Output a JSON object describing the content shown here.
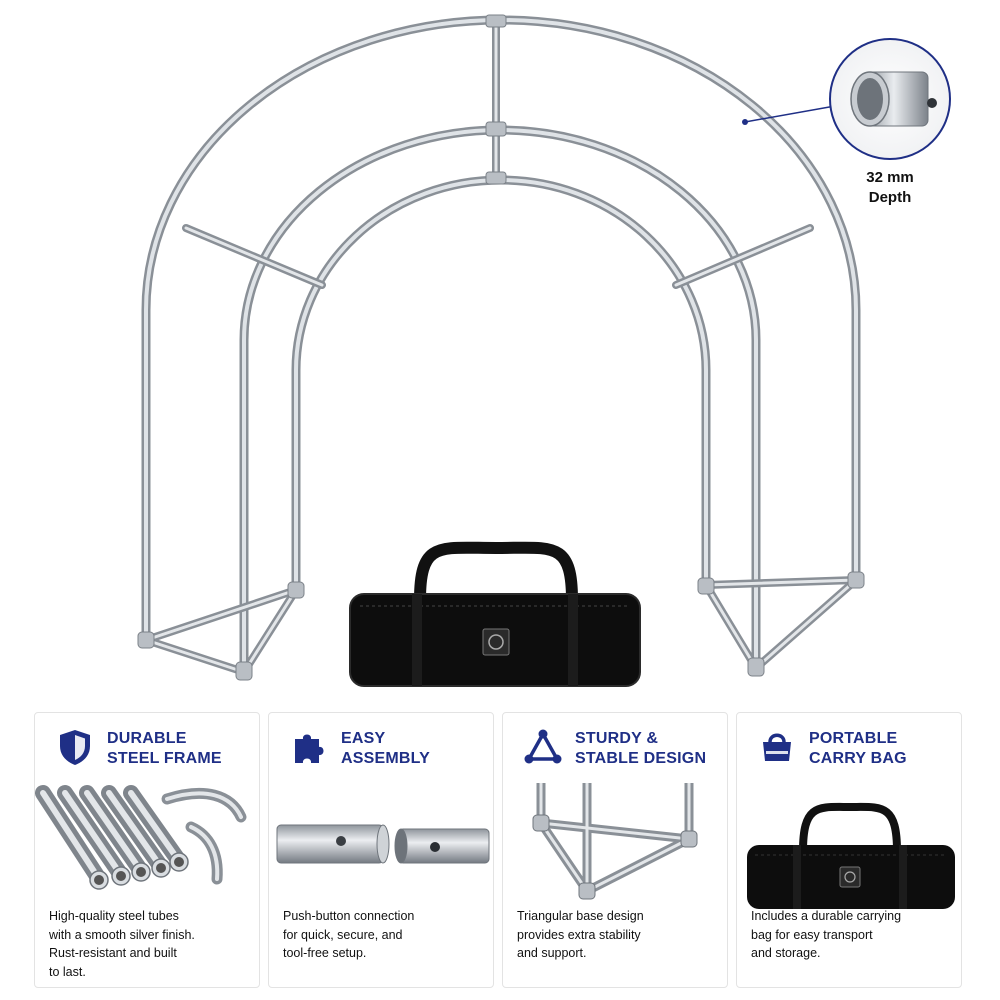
{
  "callout": {
    "line1": "32 mm",
    "line2": "Depth",
    "accent_color": "#1f2f86"
  },
  "hero": {
    "bag_color": "#0d0d0d",
    "frame_color": "#b9bec4"
  },
  "features": [
    {
      "icon": "shield-icon",
      "title_line1": "DURABLE",
      "title_line2": "STEEL FRAME",
      "desc_line1": "High-quality steel tubes",
      "desc_line2": "with a smooth silver finish.",
      "desc_line3": "Rust-resistant and built",
      "desc_line4": "to last."
    },
    {
      "icon": "puzzle-icon",
      "title_line1": "EASY",
      "title_line2": "ASSEMBLY",
      "desc_line1": "Push-button connection",
      "desc_line2": "for quick, secure, and",
      "desc_line3": "tool-free setup."
    },
    {
      "icon": "triangle-nodes-icon",
      "title_line1": "STURDY &",
      "title_line2": "STABLE DESIGN",
      "desc_line1": "Triangular base design",
      "desc_line2": "provides extra stability",
      "desc_line3": "and support."
    },
    {
      "icon": "bag-icon",
      "title_line1": "PORTABLE",
      "title_line2": "CARRY BAG",
      "desc_line1": "Includes a durable carrying",
      "desc_line2": "bag for easy transport",
      "desc_line3": "and storage."
    }
  ]
}
